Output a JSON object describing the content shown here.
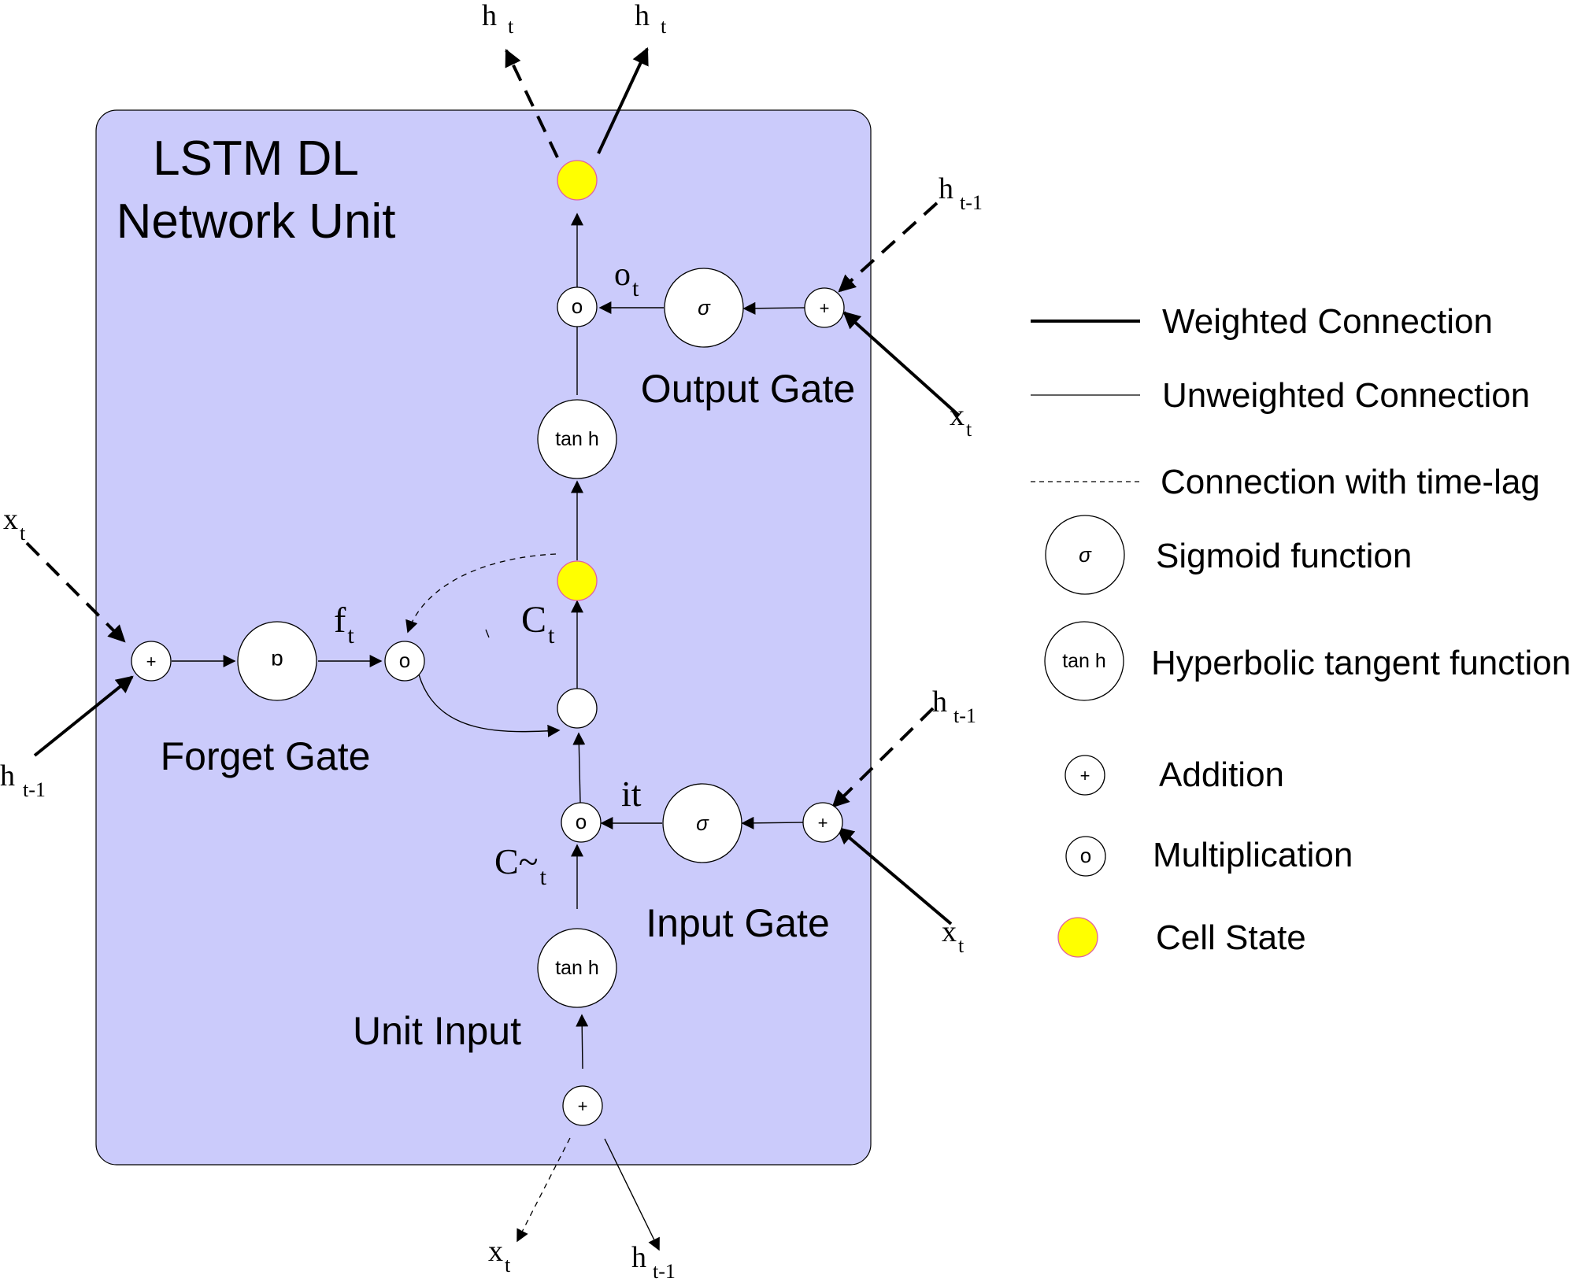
{
  "unit_title": {
    "line1": "LSTM DL",
    "line2": "Network Unit"
  },
  "gate_labels": {
    "forget": "Forget Gate",
    "output": "Output Gate",
    "input": "Input Gate",
    "unit_input": "Unit Input"
  },
  "node_symbols": {
    "sigma": "σ",
    "tanh": "tan h",
    "plus": "+",
    "mult": "o",
    "forget_sigma": "ɑ"
  },
  "variables": {
    "h": "h",
    "x": "x",
    "t": "t",
    "t_minus_1": "t-1",
    "o": "o",
    "f": "f",
    "C": "C",
    "C_tilde": "C~",
    "it": "it"
  },
  "legend": {
    "weighted": "Weighted Connection",
    "unweighted": "Unweighted Connection",
    "timelag": "Connection with time-lag",
    "sigmoid": "Sigmoid function",
    "tanh_fn": "Hyperbolic tangent function",
    "addition": "Addition",
    "multiplication": "Multiplication",
    "cell_state": "Cell State"
  },
  "colors": {
    "unit_fill": "#cbcbfb",
    "cell_state": "#ffff00",
    "cell_state_border": "#e060a0",
    "stroke": "#000000"
  }
}
